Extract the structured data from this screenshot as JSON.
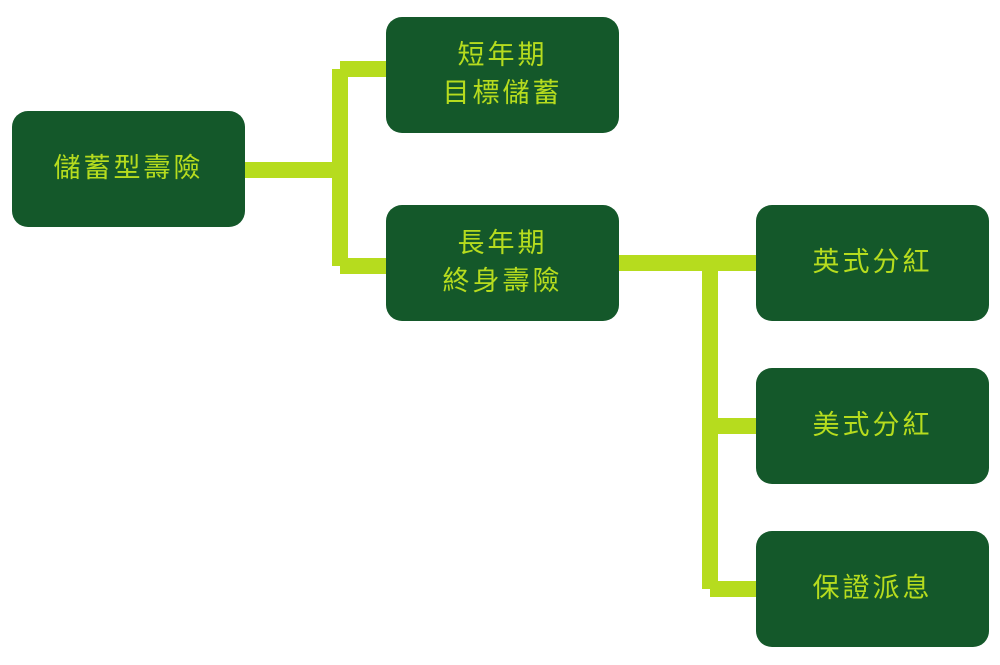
{
  "diagram": {
    "colors": {
      "node_fill": "#14582a",
      "node_text": "#b6dc1e",
      "connector": "#b6dc1e",
      "background": "#ffffff"
    },
    "root": {
      "label": "儲蓄型壽險"
    },
    "short_term": {
      "line1": "短年期",
      "line2": "目標儲蓄"
    },
    "long_term": {
      "line1": "長年期",
      "line2": "終身壽險"
    },
    "uk_dividend": {
      "label": "英式分紅"
    },
    "us_dividend": {
      "label": "美式分紅"
    },
    "guaranteed": {
      "label": "保證派息"
    }
  }
}
